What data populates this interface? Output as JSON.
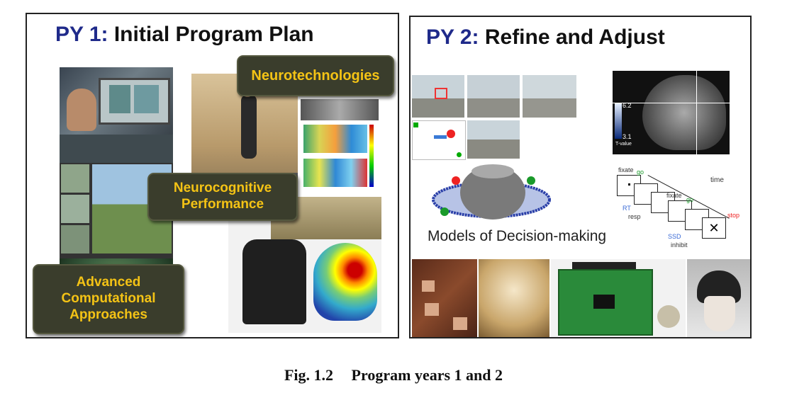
{
  "panel1": {
    "title_prefix": "PY 1:",
    "title_rest": "Initial Program Plan",
    "callout_neurotech": "Neurotechnologies",
    "callout_neurocog_line1": "Neurocognitive",
    "callout_neurocog_line2": "Performance",
    "callout_compute_line1": "Advanced",
    "callout_compute_line2": "Computational",
    "callout_compute_line3": "Approaches"
  },
  "panel2": {
    "title_prefix": "PY 2:",
    "title_rest": "Refine and Adjust",
    "models_label": "Models of Decision-making",
    "task": {
      "fixate1": "fixate",
      "go1": "go",
      "time": "time",
      "fixate2": "fixate",
      "go2": "go",
      "rt": "RT",
      "resp": "resp",
      "stop": "stop",
      "ssd": "SSD",
      "inhibit": "inhibit"
    },
    "brain": {
      "tmax": "6.2",
      "tmin": "3.1",
      "tlabel": "T-value"
    }
  },
  "caption": {
    "fig": "Fig. 1.2",
    "text": "Program years 1 and 2"
  },
  "colors": {
    "title_blue": "#1f2a8a",
    "callout_bg": "#3a3d2c",
    "callout_text": "#f4c315"
  }
}
